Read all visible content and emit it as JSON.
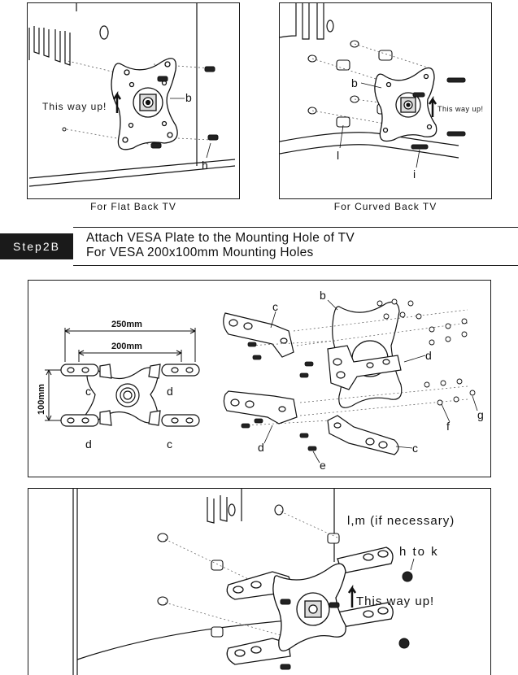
{
  "flat_panel": {
    "caption": "For Flat Back TV",
    "arrow_text": "This way up!",
    "label_b": "b",
    "label_h": "h"
  },
  "curved_panel": {
    "caption": "For Curved Back TV",
    "arrow_text": "This way up!",
    "label_b": "b",
    "label_l": "l",
    "label_i": "i"
  },
  "step": {
    "badge": "Step2B",
    "title_line1": "Attach VESA Plate to the Mounting Hole of TV",
    "title_line2": "For VESA 200x100mm Mounting Holes"
  },
  "vesa_panel": {
    "dim_250": "250mm",
    "dim_200": "200mm",
    "dim_100": "100mm",
    "label_c1": "c",
    "label_d1": "d",
    "label_d2": "d",
    "label_c2": "c",
    "exp_label_c_top": "c",
    "exp_label_b": "b",
    "exp_label_d_right": "d",
    "exp_label_d_left": "d",
    "exp_label_c_bottom": "c",
    "exp_label_e": "e",
    "exp_label_f": "f",
    "exp_label_g": "g"
  },
  "bottom_panel": {
    "label_lm": "l,m (if necessary)",
    "label_htok": "h to k",
    "arrow_text": "This way up!"
  }
}
